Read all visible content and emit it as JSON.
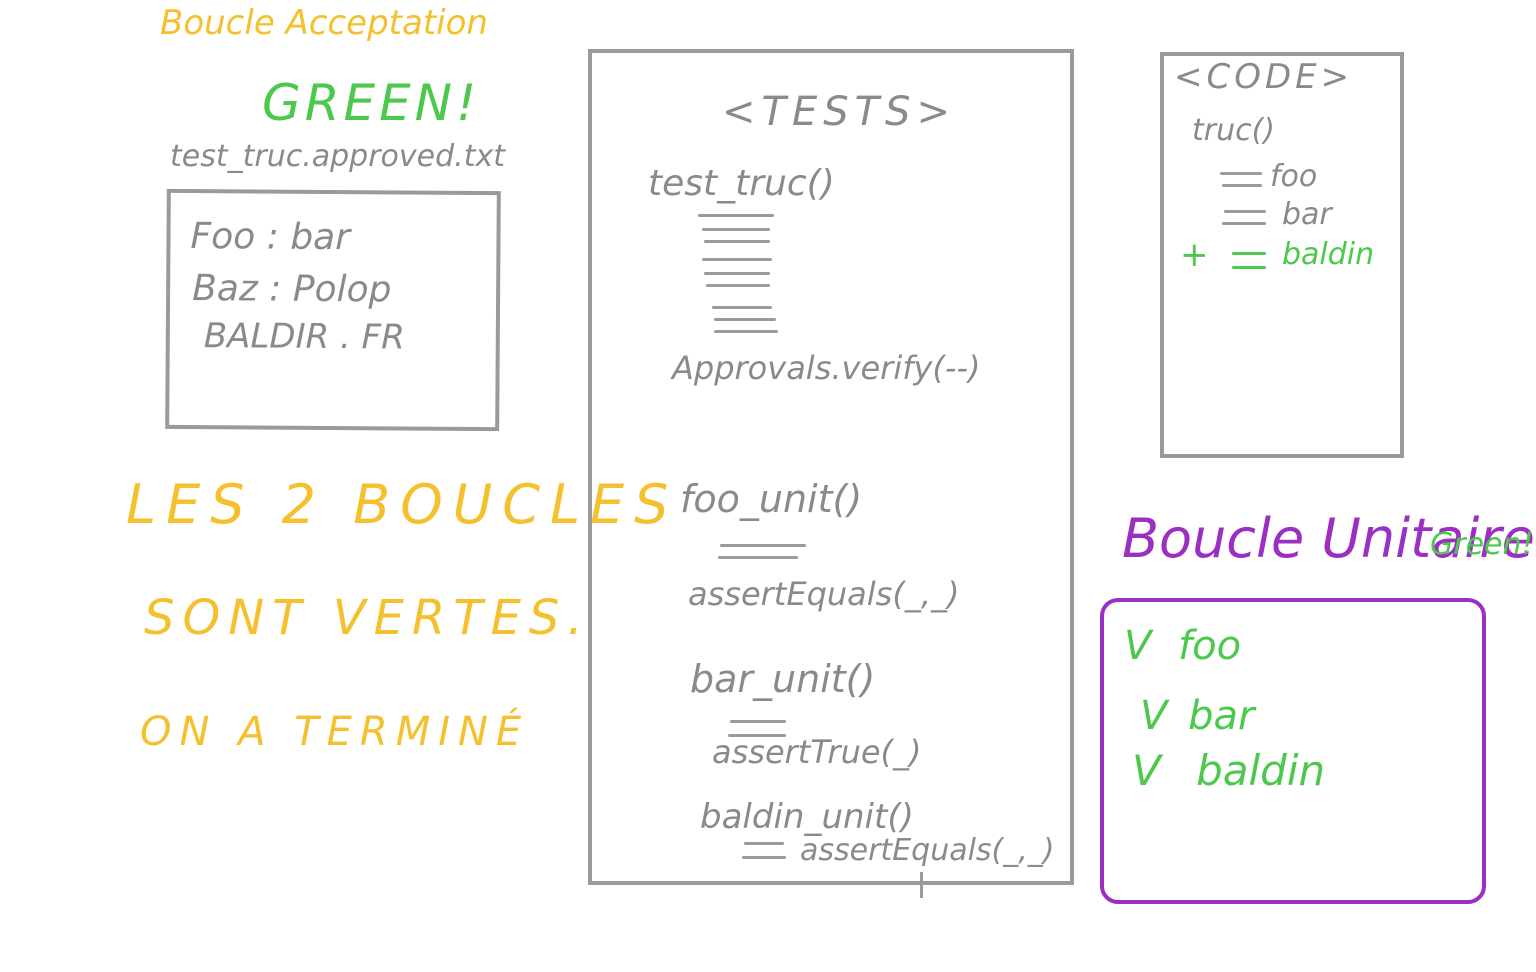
{
  "colors": {
    "acceptance": "#f5c02e",
    "green": "#4cc94c",
    "grey": "#8a8a8a",
    "unit": "#9b2fc2"
  },
  "acceptance": {
    "title": "Boucle Acceptation",
    "status": "GREEN!",
    "filename": "test_truc.approved.txt",
    "lines": [
      "Foo : bar",
      "Baz : Polop",
      "BALDIR . FR"
    ]
  },
  "conclusion": {
    "lines": [
      "LES 2 BOUCLES",
      "SONT VERTES.",
      "ON A TERMINÉ"
    ]
  },
  "tests": {
    "title": "<TESTS>",
    "acceptance_test": "test_truc()",
    "verify": "Approvals.verify(--)",
    "foo_unit": "foo_unit()",
    "foo_assert": "assertEquals(_,_)",
    "bar_unit": "bar_unit()",
    "bar_assert": "assertTrue(_)",
    "baldin_unit": "baldin_unit()",
    "baldin_assert": "assertEquals(_,_)"
  },
  "code": {
    "title": "<CODE>",
    "function": "truc()",
    "lines": [
      "foo",
      "bar"
    ],
    "added_prefix": "+",
    "added_line": "baldin"
  },
  "unit": {
    "title": "Boucle Unitaire",
    "status": "Green!",
    "results": [
      {
        "check": "V",
        "name": "foo"
      },
      {
        "check": "V",
        "name": "bar"
      },
      {
        "check": "V",
        "name": "baldin"
      }
    ]
  }
}
